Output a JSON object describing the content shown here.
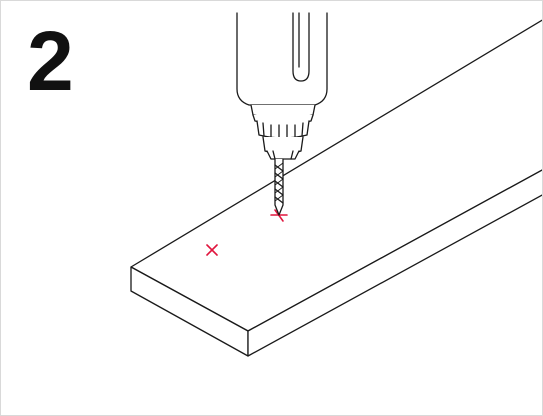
{
  "step": {
    "number": "2"
  },
  "illustration": {
    "subject": "drill-bit-drilling-board",
    "line_color": "#1a1a1a",
    "mark_color": "#e0153d",
    "marks": [
      {
        "symbol": "x",
        "state": "marked"
      },
      {
        "symbol": "x",
        "state": "being-drilled"
      }
    ]
  }
}
